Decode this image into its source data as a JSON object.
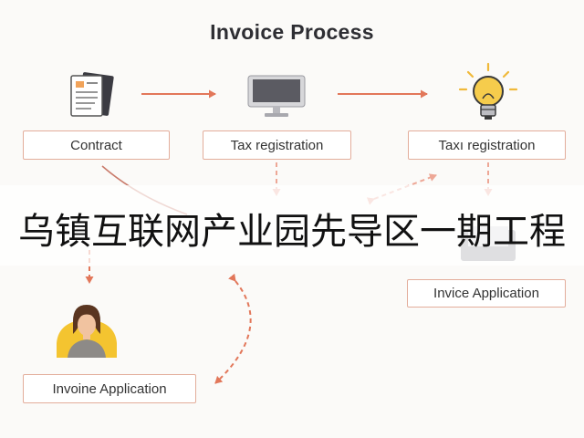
{
  "title": "Invoice Process",
  "nodes": {
    "contract": "Contract",
    "tax_registration_1": "Tax registration",
    "tax_registration_2": "Taxı registration",
    "invice_application": "Invice Application",
    "invoine_application": "Invoine Application"
  },
  "overlay_text": "乌镇互联网产业园先导区一期工程",
  "icons": [
    "document-icon",
    "computer-monitor-icon",
    "lightbulb-icon",
    "person-avatar-icon",
    "tray-icon"
  ],
  "colors": {
    "accent": "#e2775a",
    "border": "#e3ad9b",
    "dashed": "#e8a090"
  }
}
